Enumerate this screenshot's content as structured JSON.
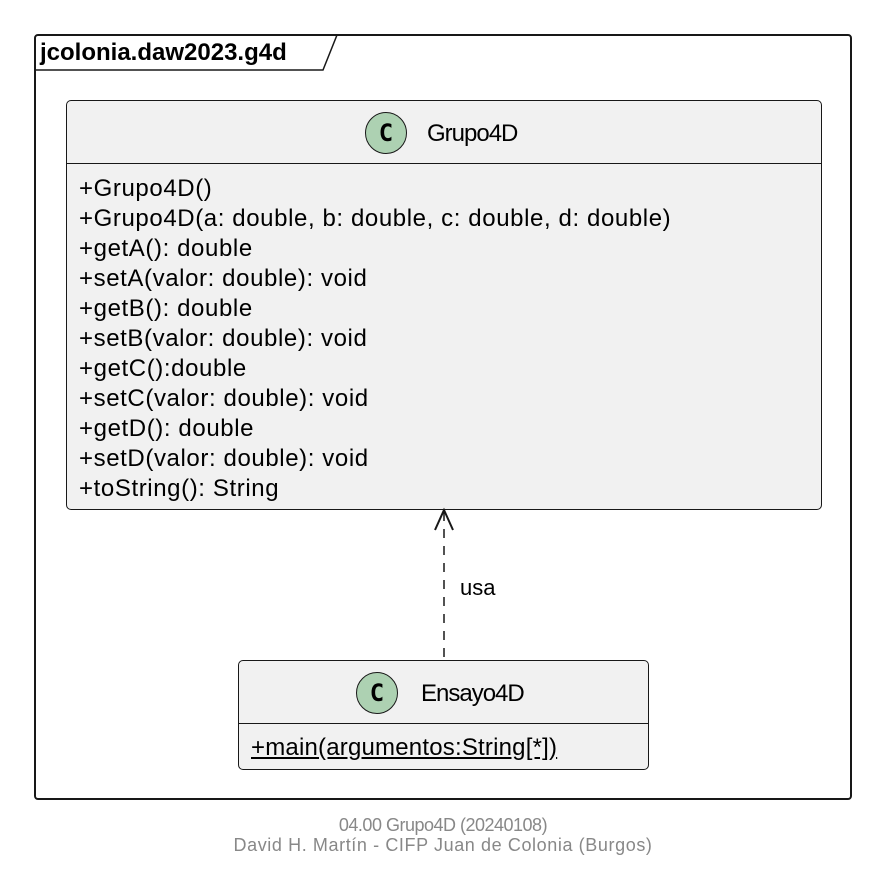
{
  "package": {
    "name": "jcolonia.daw2023.g4d"
  },
  "classes": [
    {
      "icon_letter": "C",
      "name": "Grupo4D",
      "members": [
        "+Grupo4D()",
        "+Grupo4D(a: double, b: double, c: double, d: double)",
        "+getA(): double",
        "+setA(valor: double): void",
        "+getB(): double",
        "+setB(valor: double): void",
        "+getC():double",
        "+setC(valor: double): void",
        "+getD(): double",
        "+setD(valor: double): void",
        "+toString(): String"
      ]
    },
    {
      "icon_letter": "C",
      "name": "Ensayo4D",
      "members": [
        "+main(argumentos:String[*])"
      ]
    }
  ],
  "relation": {
    "label": "usa"
  },
  "footer": {
    "line1": "04.00 Grupo4D (20240108)",
    "line2": "David H. Martín - CIFP Juan de Colonia (Burgos)"
  },
  "colors": {
    "class_fill": "#f1f1f1",
    "class_icon_fill": "#add1b2",
    "border": "#181818",
    "footer_text": "#888888"
  }
}
